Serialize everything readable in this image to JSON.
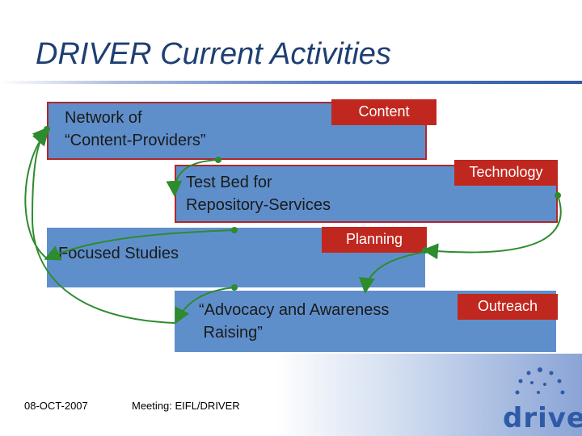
{
  "title": "DRIVER Current Activities",
  "boxes": {
    "network": {
      "line1": "Network of",
      "line2": "“Content-Providers”"
    },
    "testbed": {
      "line1": "Test Bed for",
      "line2": "Repository-Services"
    },
    "focused": {
      "line1": "Focused Studies"
    },
    "advocacy": {
      "line1": "“Advocacy and Awareness",
      "line2": " Raising”"
    }
  },
  "tags": {
    "content": "Content",
    "technology": "Technology",
    "planning": "Planning",
    "outreach": "Outreach"
  },
  "footer": {
    "date": "08-OCT-2007",
    "meeting": "Meeting: EIFL/DRIVER"
  },
  "logo": {
    "text": "driver"
  },
  "colors": {
    "box": "#5f8fcb",
    "tag": "#c0281f",
    "arrow": "#2e8b2e",
    "title": "#1f3f73"
  }
}
